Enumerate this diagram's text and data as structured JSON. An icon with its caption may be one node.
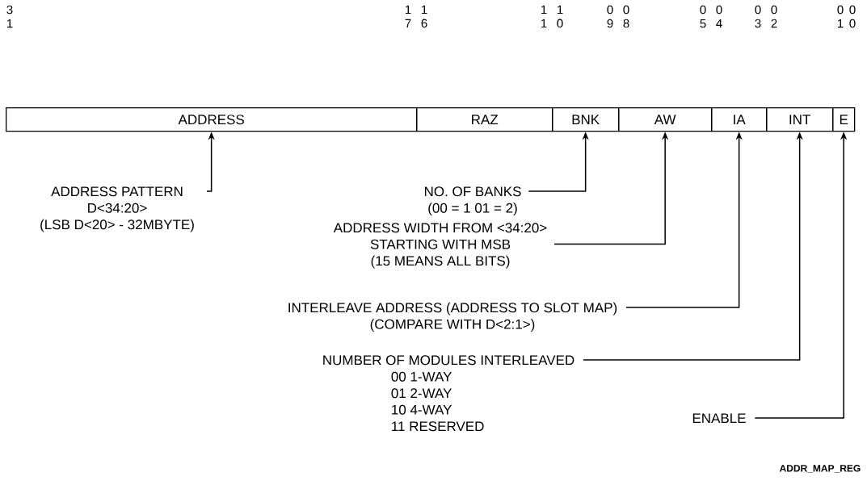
{
  "diagram": {
    "nodes": [
      {
        "text": [
          "ADDRESS"
        ]
      },
      {
        "text": [
          "RAZ"
        ]
      },
      {
        "text": [
          "BNK"
        ]
      },
      {
        "text": [
          "AW"
        ]
      },
      {
        "text": [
          "IA"
        ]
      },
      {
        "text": [
          "INT"
        ]
      },
      {
        "text": [
          "E"
        ]
      },
      {
        "text": [
          "ADDRESS PATTERN",
          "D<34:20>",
          "(LSB D<20> - 32MBYTE)"
        ]
      },
      {
        "text": [
          "NO. OF BANKS",
          "(00 = 1 01 = 2)"
        ]
      },
      {
        "text": [
          "ADDRESS WIDTH FROM <34:20>",
          "STARTING WITH MSB",
          "(15 MEANS ALL BITS)"
        ]
      },
      {
        "text": [
          "INTERLEAVE ADDRESS (ADDRESS TO SLOT MAP)",
          "(COMPARE WITH D<2:1>)"
        ]
      },
      {
        "text": [
          "NUMBER OF MODULES INTERLEAVED",
          "00 1-WAY",
          "01 2-WAY",
          "10 4-WAY",
          "11 RESERVED"
        ]
      },
      {
        "text": [
          "ENABLE"
        ]
      }
    ],
    "edges": [
      {
        "from": 7,
        "to": 0,
        "arrow": "to"
      },
      {
        "from": 8,
        "to": 2,
        "arrow": "to"
      },
      {
        "from": 9,
        "to": 3,
        "arrow": "to"
      },
      {
        "from": 10,
        "to": 4,
        "arrow": "to"
      },
      {
        "from": 11,
        "to": 5,
        "arrow": "to"
      },
      {
        "from": 12,
        "to": 6,
        "arrow": "to"
      }
    ],
    "labels": [
      "3 1",
      "1 7",
      "1 6",
      "1 1",
      "1 0",
      "0 9",
      "0 8",
      "0 5",
      "0 4",
      "0 3",
      "0 2",
      "0 1",
      "0 0",
      "ADDR_MAP_REG"
    ]
  }
}
